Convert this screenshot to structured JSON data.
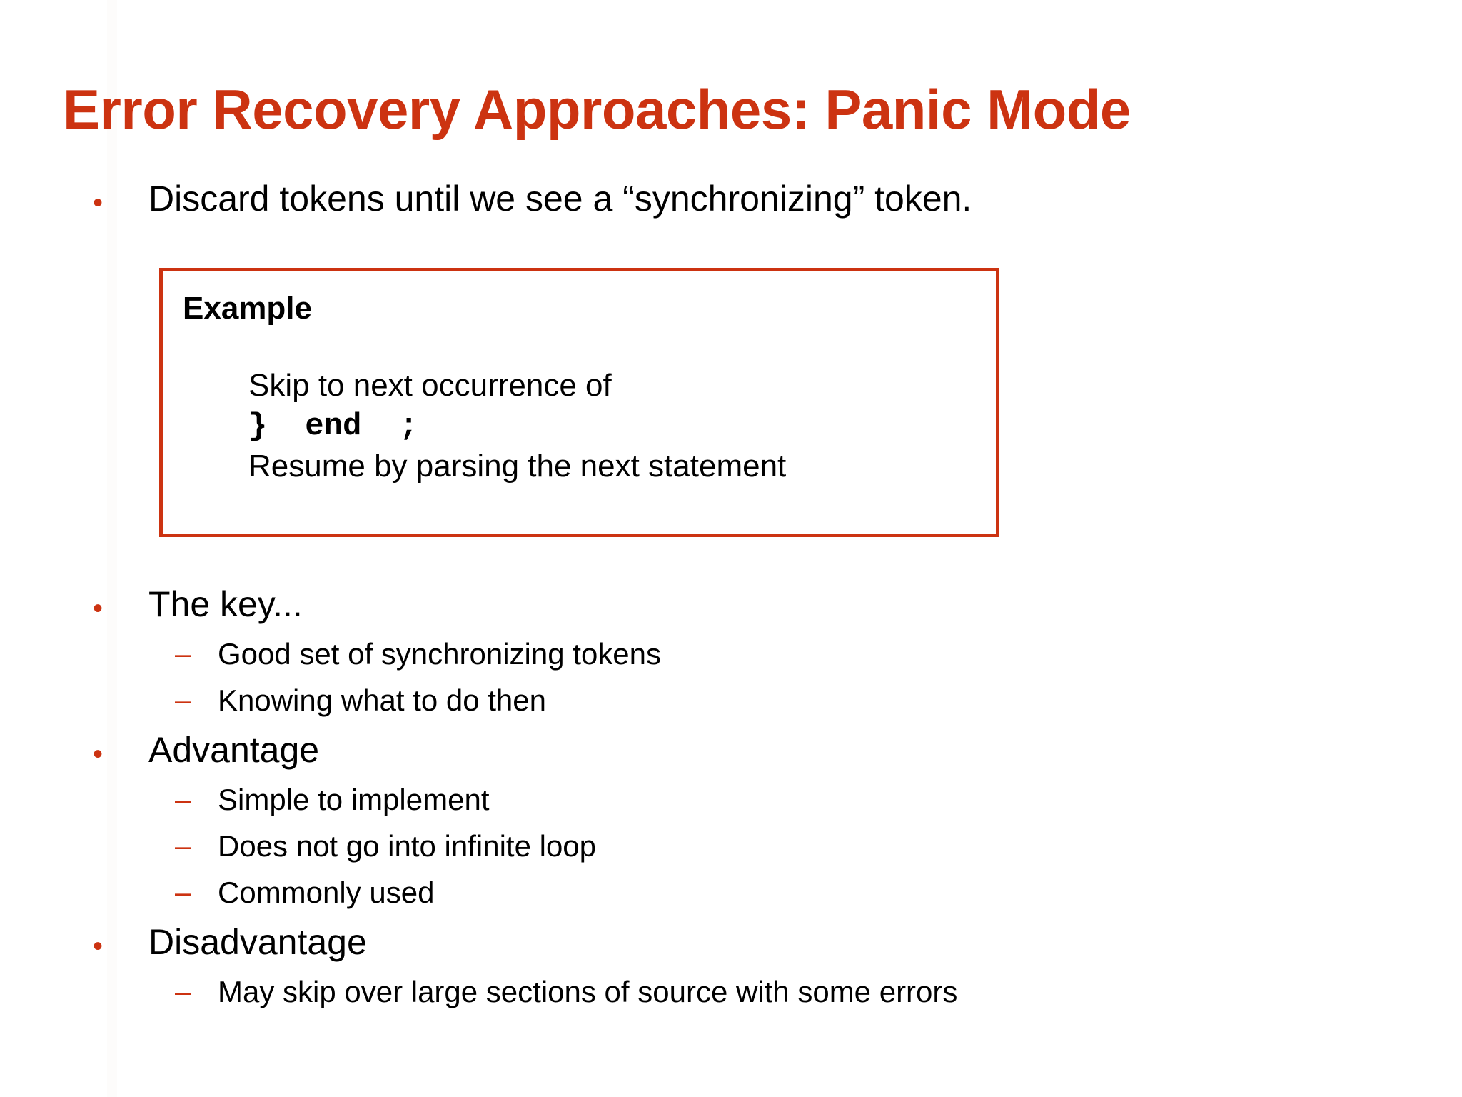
{
  "slide": {
    "title": "Error Recovery Approaches: Panic Mode",
    "title_color": "#CC3311",
    "accent_color": "#CC3311",
    "background_color": "#FFFFFF",
    "text_color": "#000000",
    "bullet_glyph_level1": "•",
    "bullet_glyph_level2": "–"
  },
  "intro_bullet": {
    "marker": "•",
    "text": "Discard tokens until we see a “synchronizing” token."
  },
  "example_box": {
    "heading": "Example",
    "lines": [
      {
        "kind": "text",
        "value": "Skip to next occurrence of"
      },
      {
        "kind": "code",
        "value": "}  end  ;"
      },
      {
        "kind": "text",
        "value": "Resume by parsing the next statement"
      }
    ],
    "border_color": "#CC3311"
  },
  "outline": [
    {
      "marker": "•",
      "text": "The key...",
      "children": [
        {
          "marker": "–",
          "text": "Good set of synchronizing tokens"
        },
        {
          "marker": "–",
          "text": "Knowing what to do then"
        }
      ]
    },
    {
      "marker": "•",
      "text": "Advantage",
      "children": [
        {
          "marker": "–",
          "text": "Simple to implement"
        },
        {
          "marker": "–",
          "text": "Does not go into infinite loop"
        },
        {
          "marker": "–",
          "text": "Commonly used"
        }
      ]
    },
    {
      "marker": "•",
      "text": "Disadvantage",
      "children": [
        {
          "marker": "–",
          "text": "May skip over large sections of source with some errors"
        }
      ]
    }
  ]
}
